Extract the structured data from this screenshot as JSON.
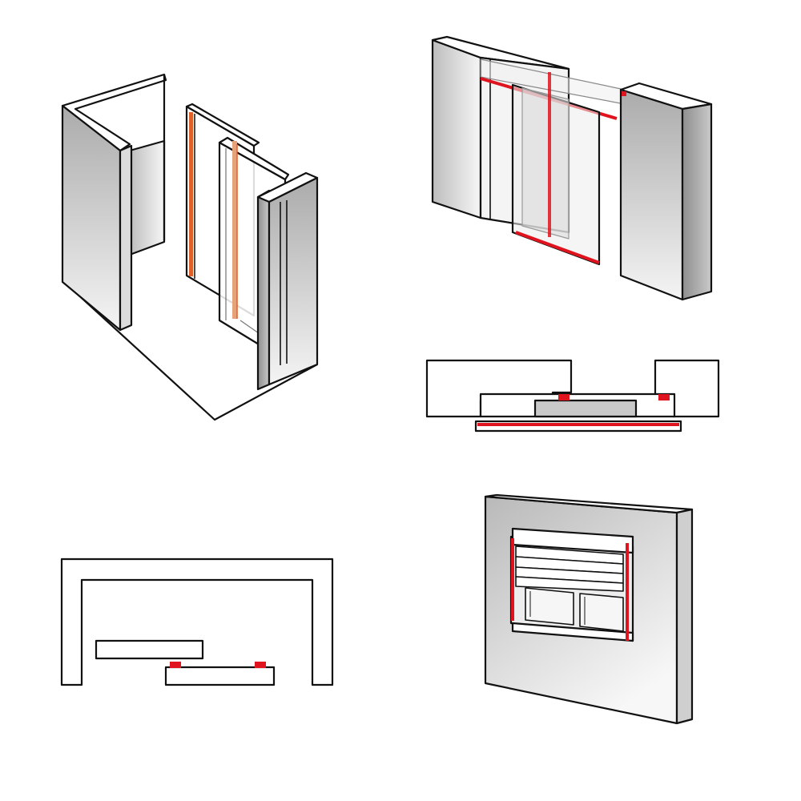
{
  "colors": {
    "outline": "#111111",
    "seal_red": "#e0141e",
    "seal_orange": "#e0602a",
    "wall_light": "#f2f2f2",
    "wall_dark": "#9a9a9a",
    "background": "#ffffff"
  },
  "panels": [
    {
      "id": "corner-wall-glass-doors",
      "seal_color": "seal_orange"
    },
    {
      "id": "sliding-door-in-wall-opening",
      "seal_color": "seal_red"
    },
    {
      "id": "sliding-door-top-section",
      "seal_color": "seal_red"
    },
    {
      "id": "frame-top-section",
      "seal_color": "seal_red"
    },
    {
      "id": "roller-shutter-window",
      "seal_color": "seal_red"
    }
  ]
}
